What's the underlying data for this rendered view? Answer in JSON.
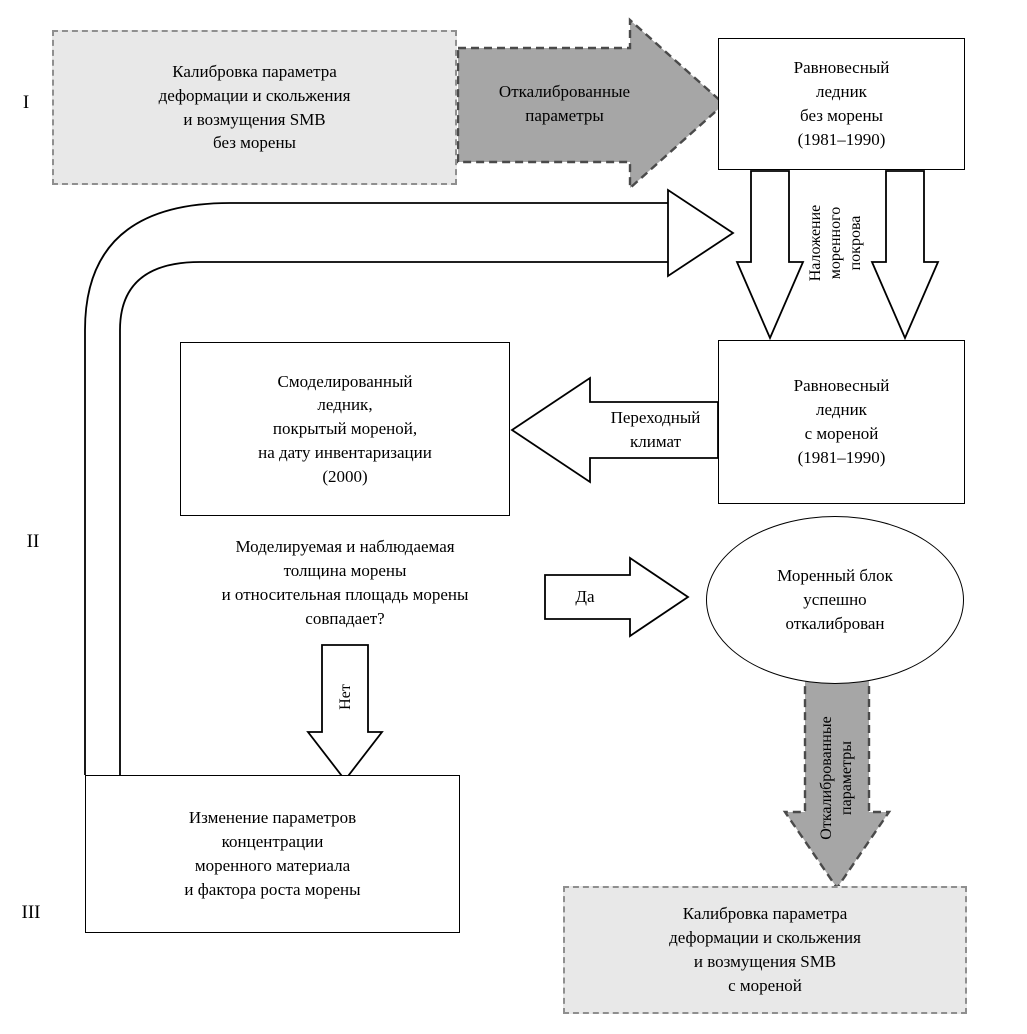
{
  "diagram": {
    "stage_labels": {
      "one": "I",
      "two": "II",
      "three": "III"
    },
    "boxes": {
      "calib_no_moraine": "Калибровка параметра\nдеформации и скольжения\nи возмущения SMB\nбез морены",
      "eq_no_moraine": "Равновесный\nледник\nбез морены\n(1981–1990)",
      "eq_moraine": "Равновесный\nледник\nс мореной\n(1981–1990)",
      "modeled_glacier": "Смоделированный\nледник,\nпокрытый мореной,\nна дату инвентаризации\n(2000)",
      "question": "Моделируемая и наблюдаемая\nтолщина морены\nи относительная площадь морены\nсовпадает?",
      "moraine_block_ok": "Моренный блок\nуспешно\nоткалиброван",
      "change_params": "Изменение параметров\nконцентрации\nморенного материала\nи фактора роста морены",
      "calib_moraine": "Калибровка параметра\nдеформации и скольжения\nи возмущения SMB\nс мореной"
    },
    "arrow_labels": {
      "calibrated_params_top": "Откалиброванные\nпараметры",
      "moraine_overlay": "Наложение\nморенного\nпокрова",
      "transitional_climate": "Переходный\nклимат",
      "yes": "Да",
      "no": "Нет",
      "calibrated_params_down": "Откалиброванные\nпараметры"
    },
    "colors": {
      "gray_box_fill": "#e8e8e8",
      "gray_arrow_fill": "#a6a6a6",
      "dash_border": "#8f8f8f",
      "line": "#000000"
    }
  }
}
